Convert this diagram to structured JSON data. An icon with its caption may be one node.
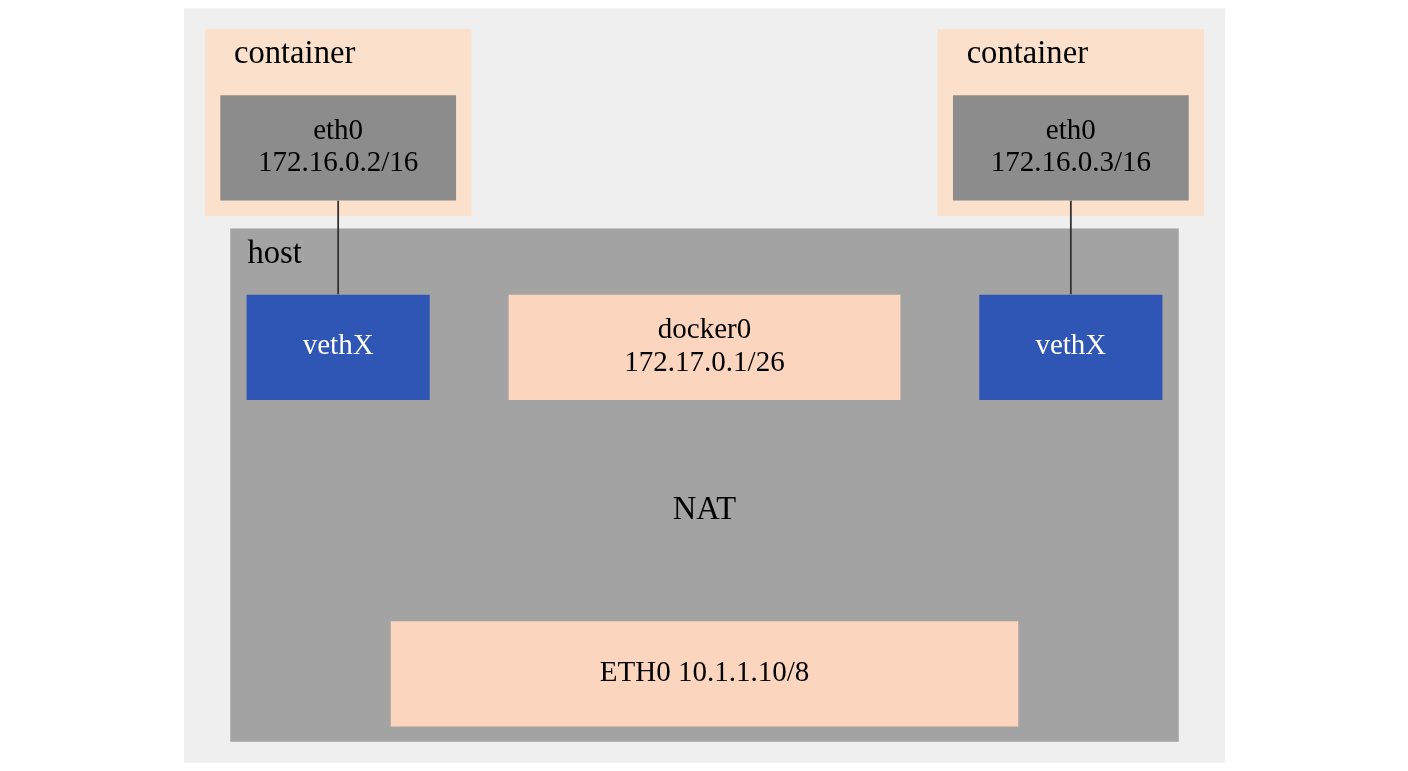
{
  "diagram": {
    "nodes": [
      {
        "text": [
          "container"
        ]
      },
      {
        "text": [
          "eth0",
          "172.16.0.2/16"
        ],
        "in": 0
      },
      {
        "text": [
          "container"
        ]
      },
      {
        "text": [
          "eth0",
          "172.16.0.3/16"
        ],
        "in": 2
      },
      {
        "text": [
          "host"
        ]
      },
      {
        "text": [
          "vethX"
        ],
        "in": 4
      },
      {
        "text": [
          "docker0",
          "172.17.0.1/26"
        ],
        "in": 4
      },
      {
        "text": [
          "vethX"
        ],
        "in": 4
      },
      {
        "text": [
          "ETH0 10.1.1.10/8"
        ],
        "in": 4
      }
    ],
    "edges": [
      {
        "from": 1,
        "to": 5,
        "arrow": "none"
      },
      {
        "from": 3,
        "to": 7,
        "arrow": "none"
      }
    ],
    "labels": [
      "NAT"
    ]
  }
}
